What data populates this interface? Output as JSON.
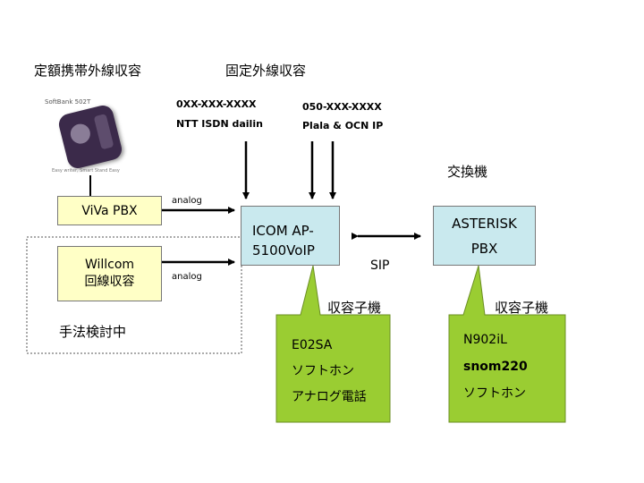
{
  "labels": {
    "mobile_heading": "定額携帯外線収容",
    "fixed_heading": "固定外線収容",
    "ntt_number": "0XX-XXX-XXXX",
    "ntt_line": "NTT ISDN dailin",
    "ip_number": "050-XXX-XXXX",
    "ip_line": "Plala & OCN IP",
    "exchange": "交換機",
    "analog_top": "analog",
    "analog_bottom": "analog",
    "sip": "SIP",
    "under_review": "手法検討中",
    "handset_left": "収容子機",
    "handset_right": "収容子機"
  },
  "phone": {
    "brand": "SoftBank 502T",
    "caption": "Easy writer, Smart Stand Easy"
  },
  "viva": {
    "label": "ViVa PBX"
  },
  "willcom": {
    "line1": "Willcom",
    "line2": "回線収容"
  },
  "icom": {
    "line1": "ICOM AP-",
    "line2": "5100VoIP"
  },
  "asterisk": {
    "line1": "ASTERISK",
    "line2": "PBX"
  },
  "callout_left": {
    "items": [
      "E02SA",
      "ソフトホン",
      "アナログ電話"
    ]
  },
  "callout_right": {
    "items": [
      "N902iL",
      "snom220",
      "ソフトホン"
    ]
  }
}
